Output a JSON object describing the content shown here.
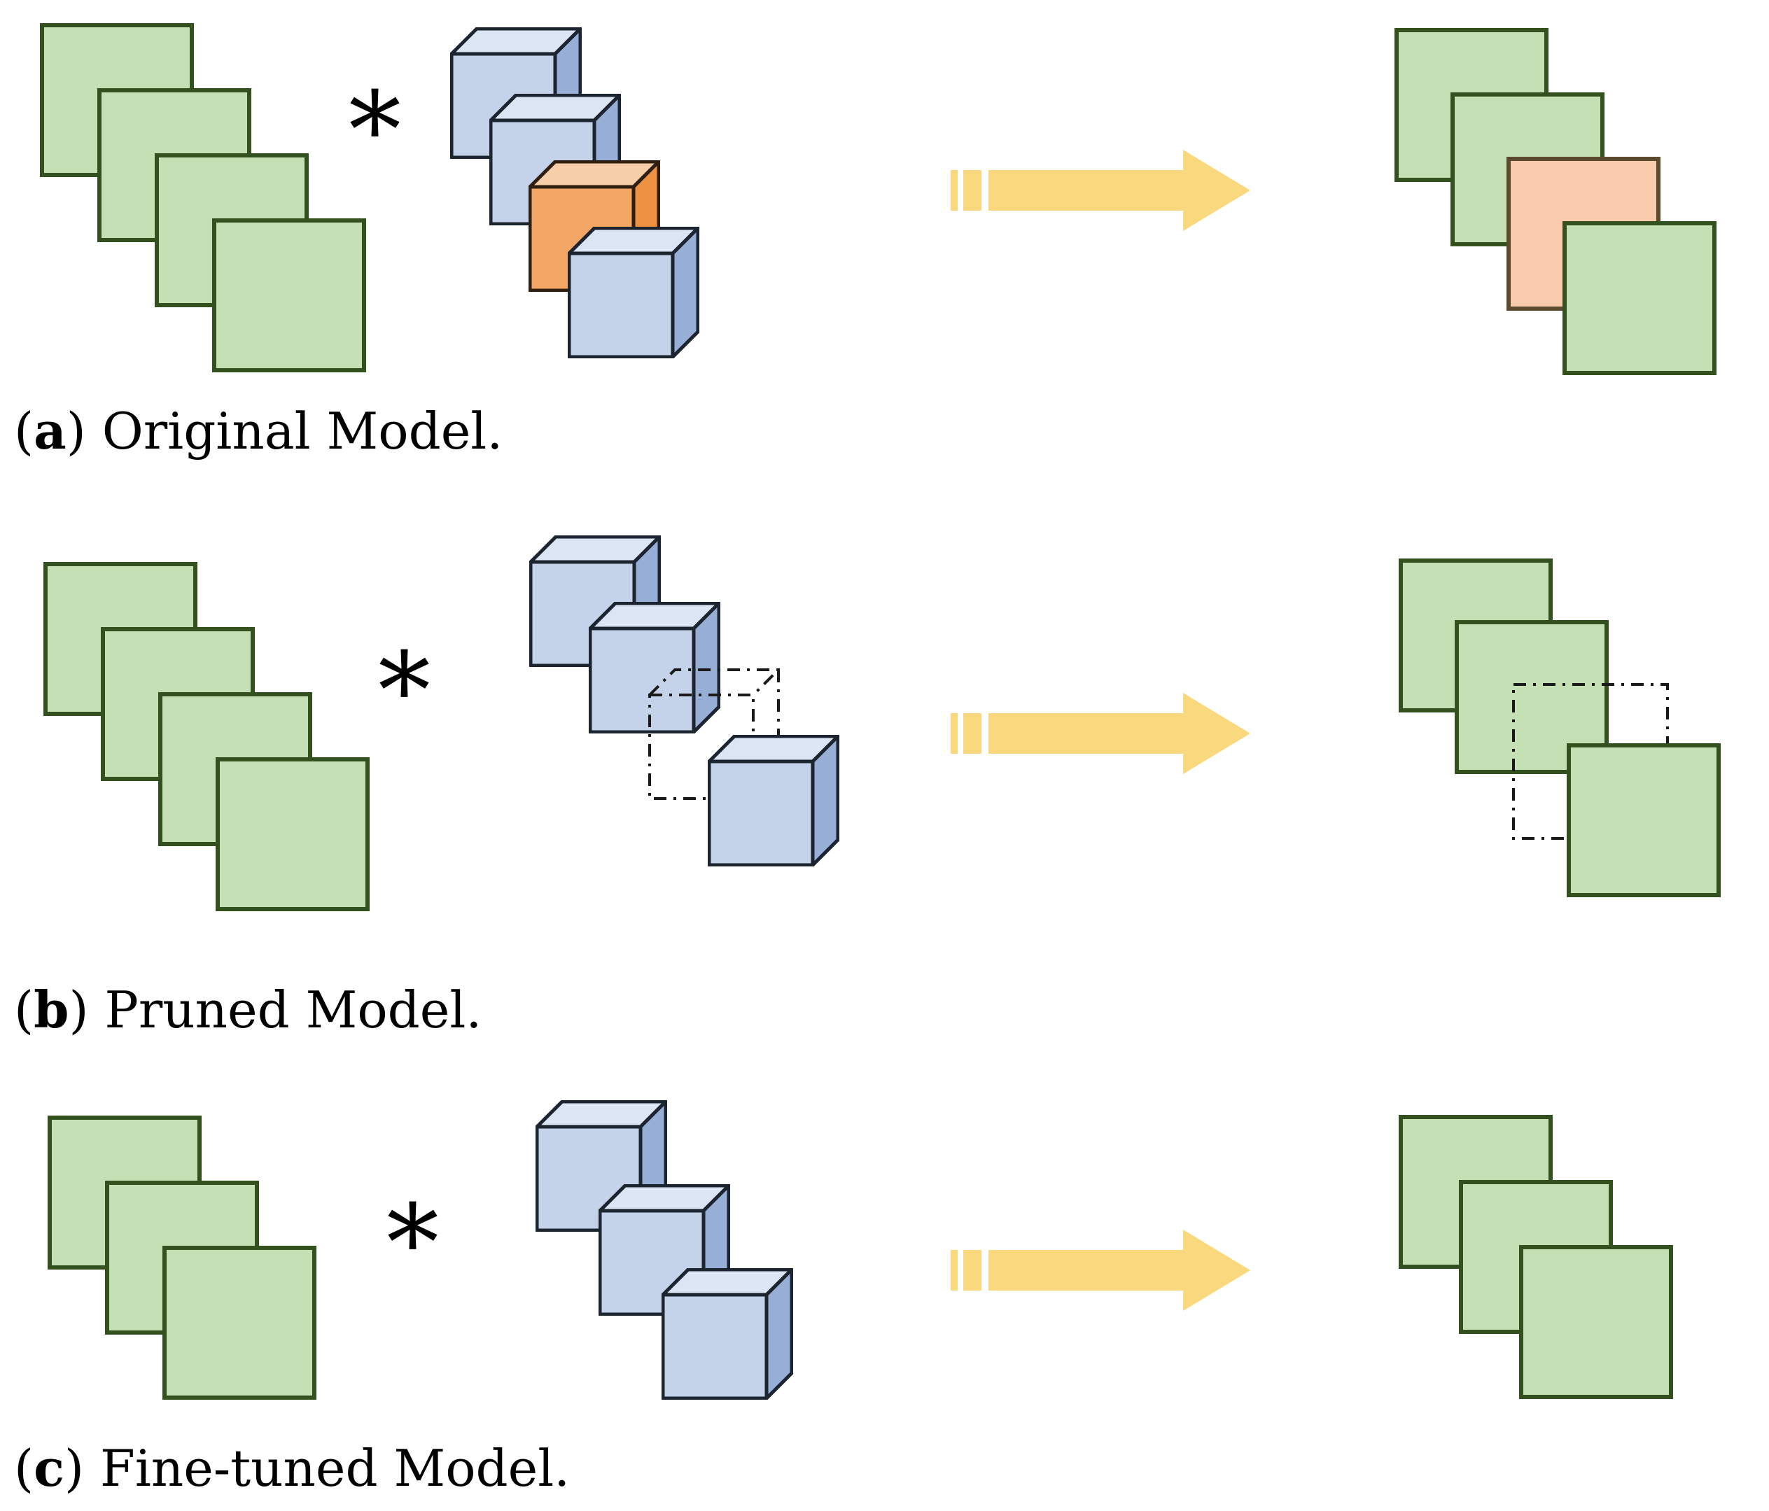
{
  "figure": {
    "background": "#ffffff",
    "operator_symbol": "*",
    "colors": {
      "bg": "#ffffff",
      "green-fill": "#c5e0b4",
      "green-stroke": "#33511f",
      "blue-front": "#c4d3e9",
      "blue-top": "#dce5f3",
      "blue-side": "#97aed6",
      "blue-stroke": "#1c2430",
      "orange-front": "#f2a766",
      "orange-top": "#f6cfa9",
      "orange-side": "#ed9143",
      "orange-stroke": "#301f10",
      "peach-fill": "#f8cbad",
      "peach-stroke": "#5c4a2e",
      "arrow-fill": "#fad87e",
      "dashed-stroke": "#1a1a1a",
      "text-color": "#000000"
    },
    "captions": {
      "a": {
        "open": "(",
        "letter": "a",
        "close": ")",
        "text": " Original Model."
      },
      "b": {
        "open": "(",
        "letter": "b",
        "close": ")",
        "text": " Pruned Model."
      },
      "c": {
        "open": "(",
        "letter": "c",
        "close": ")",
        "text": " Fine-tuned Model."
      }
    },
    "rows": [
      {
        "id": "a",
        "input": [
          "green",
          "green",
          "green",
          "green"
        ],
        "filters": [
          "blue",
          "blue",
          "orange",
          "blue"
        ],
        "output": [
          "green",
          "green",
          "peach",
          "green"
        ]
      },
      {
        "id": "b",
        "input": [
          "green",
          "green",
          "green",
          "green"
        ],
        "filters": [
          "blue",
          "blue",
          "pruned",
          "blue"
        ],
        "output": [
          "green",
          "green",
          "pruned",
          "green"
        ]
      },
      {
        "id": "c",
        "input": [
          "green",
          "green",
          "green"
        ],
        "filters": [
          "blue",
          "blue",
          "blue"
        ],
        "output": [
          "green",
          "green",
          "green"
        ]
      }
    ]
  }
}
